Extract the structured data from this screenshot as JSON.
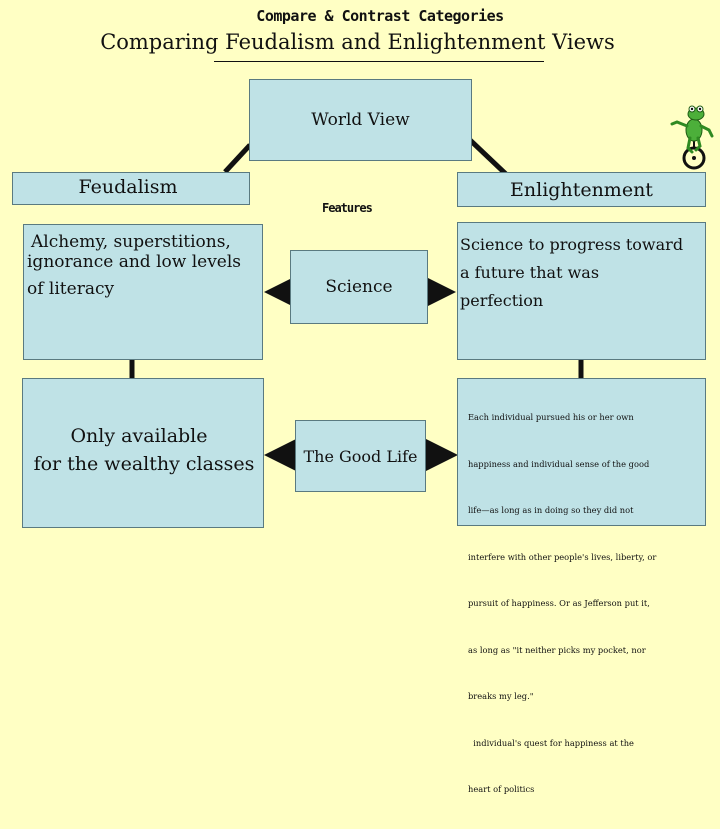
{
  "header": {
    "category_title": "Compare & Contrast Categories",
    "main_title": "Comparing Feudalism and Enlightenment Views"
  },
  "diagram": {
    "world_view": "World View",
    "left_heading": "Feudalism",
    "right_heading": "Enlightenment",
    "features_label": "Features",
    "feature_1": "Science",
    "feature_2": "The Good Life",
    "feudal_science_line1": "Alchemy, superstitions,",
    "feudal_science_line2": "ignorance and low levels",
    "feudal_science_line3": "of literacy",
    "feudal_good_line1": "Only available",
    "feudal_good_line2": "for the wealthy classes",
    "enl_science_line1": "Science to progress toward",
    "enl_science_line2": "a future that was",
    "enl_science_line3": "perfection",
    "enl_good_lines": [
      "Each individual pursued his or her own",
      "happiness and individual sense of the good",
      "life—as long as in doing so they did not",
      "interfere with other people's lives, liberty, or",
      "pursuit of happiness. Or as Jefferson put it,",
      "as long as \"it neither picks my pocket, nor",
      "breaks my leg.\"",
      "  individual's quest for happiness at the",
      "heart of politics"
    ]
  },
  "colors": {
    "background": "#ffffc4",
    "box_fill": "#bfe2e6",
    "connector": "#111111"
  },
  "icons": {
    "mascot": "frog-on-unicycle-icon"
  }
}
